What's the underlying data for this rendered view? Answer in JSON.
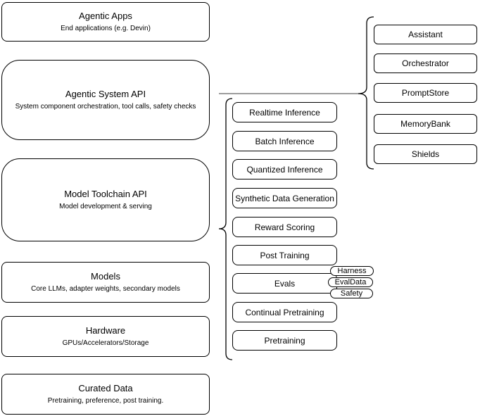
{
  "diagram": {
    "layers": [
      {
        "title": "Agentic Apps",
        "subtitle": "End applications (e.g. Devin)"
      },
      {
        "title": "Agentic System API",
        "subtitle": "System component orchestration, tool calls, safety checks"
      },
      {
        "title": "Model Toolchain API",
        "subtitle": "Model development & serving"
      },
      {
        "title": "Models",
        "subtitle": "Core LLMs, adapter weights, secondary models"
      },
      {
        "title": "Hardware",
        "subtitle": "GPUs/Accelerators/Storage"
      },
      {
        "title": "Curated Data",
        "subtitle": "Pretraining, preference, post training."
      }
    ],
    "toolchain_services": [
      "Realtime Inference",
      "Batch Inference",
      "Quantized Inference",
      "Synthetic Data Generation",
      "Reward Scoring",
      "Post Training",
      "Evals",
      "Continual Pretraining",
      "Pretraining"
    ],
    "evals_tags": [
      "Harness",
      "EvalData",
      "Safety"
    ],
    "agentic_components": [
      "Assistant",
      "Orchestrator",
      "PromptStore",
      "MemoryBank",
      "Shields"
    ],
    "colors": {
      "box_border": "#000000",
      "box_fill": "#ffffff",
      "connector_gray": "#7d7d7d"
    }
  }
}
